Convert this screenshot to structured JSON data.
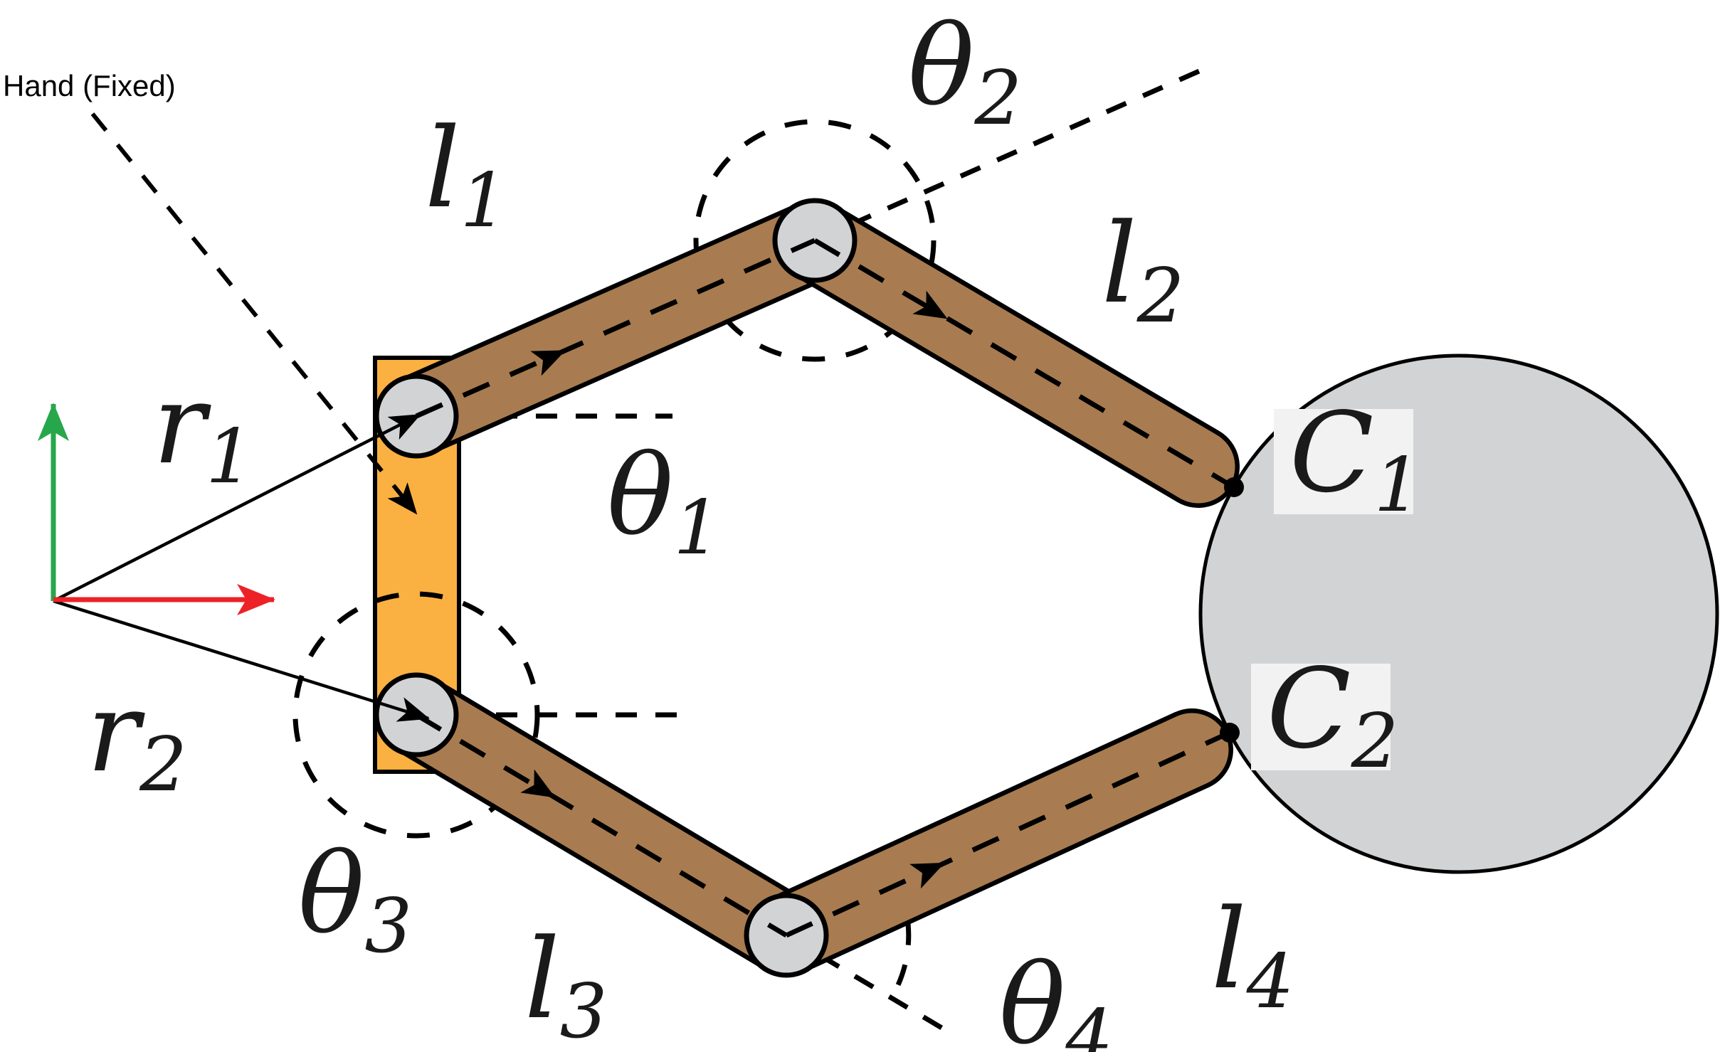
{
  "figure": {
    "hand_annotation": "Hand (Fixed)",
    "labels": {
      "r1": {
        "base": "r",
        "sub": "1"
      },
      "r2": {
        "base": "r",
        "sub": "2"
      },
      "l1": {
        "base": "l",
        "sub": "1"
      },
      "l2": {
        "base": "l",
        "sub": "2"
      },
      "l3": {
        "base": "l",
        "sub": "3"
      },
      "l4": {
        "base": "l",
        "sub": "4"
      },
      "theta1": {
        "base": "θ",
        "sub": "1"
      },
      "theta2": {
        "base": "θ",
        "sub": "2"
      },
      "theta3": {
        "base": "θ",
        "sub": "3"
      },
      "theta4": {
        "base": "θ",
        "sub": "4"
      },
      "c1": {
        "base": "C",
        "sub": "1"
      },
      "c2": {
        "base": "C",
        "sub": "2"
      }
    },
    "colors": {
      "palm_orange": "#FBB042",
      "link_brown": "#A87C50",
      "joint_gray": "#D2D3D5",
      "object_gray": "#D1D3D4",
      "label_bg": "#F2F2F3",
      "axis_green": "#27A74B",
      "axis_red": "#EC2227",
      "ink": "#000000"
    }
  }
}
